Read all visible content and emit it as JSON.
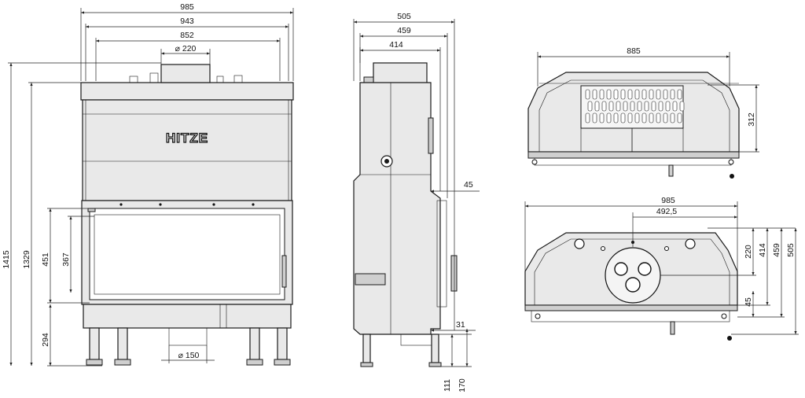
{
  "brand": "HITZE",
  "front_view": {
    "dims": {
      "w985": "985",
      "w943": "943",
      "w852": "852",
      "flue": "⌀ 220",
      "h1415": "1415",
      "h1329": "1329",
      "h451": "451",
      "h367": "367",
      "h294": "294",
      "air": "⌀ 150"
    }
  },
  "side_view": {
    "dims": {
      "d505": "505",
      "d459": "459",
      "d414": "414",
      "d45": "45",
      "d31": "31",
      "d111": "111",
      "d170": "170"
    }
  },
  "top_view": {
    "dims": {
      "w885": "885",
      "h312": "312"
    }
  },
  "bottom_view": {
    "dims": {
      "w985": "985",
      "w4925": "492,5",
      "d220": "220",
      "d414": "414",
      "d459": "459",
      "d505": "505",
      "d45": "45"
    }
  }
}
